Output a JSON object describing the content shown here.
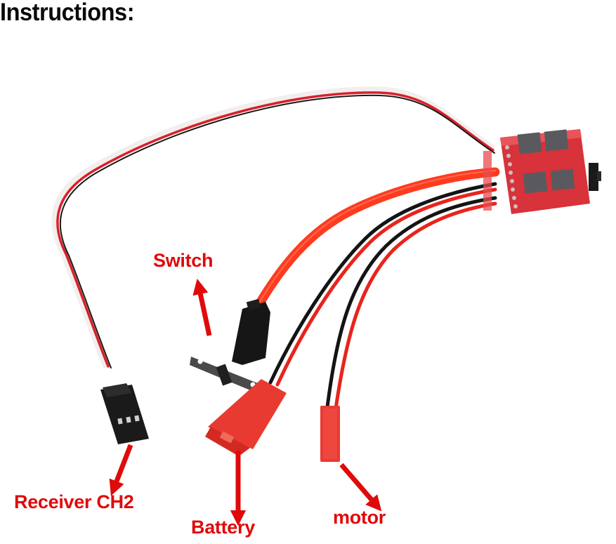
{
  "page": {
    "title": "Instructions:"
  },
  "diagram": {
    "subject": "Brushed ESC speed controller with switch",
    "labels": {
      "switch": "Switch",
      "receiver": "Receiver CH2",
      "battery": "Battery",
      "motor": "motor"
    },
    "colors": {
      "label_red": "#e00a0a",
      "wire_red": "#e8241c",
      "wire_orange": "#ff3b1f",
      "wire_black": "#141414",
      "wire_white": "#f4f0f0",
      "pcb_red": "#d8323a",
      "connector_red": "#e83a30",
      "connector_black": "#1a1a1a",
      "mosfet_gray": "#5a5a5e"
    }
  }
}
